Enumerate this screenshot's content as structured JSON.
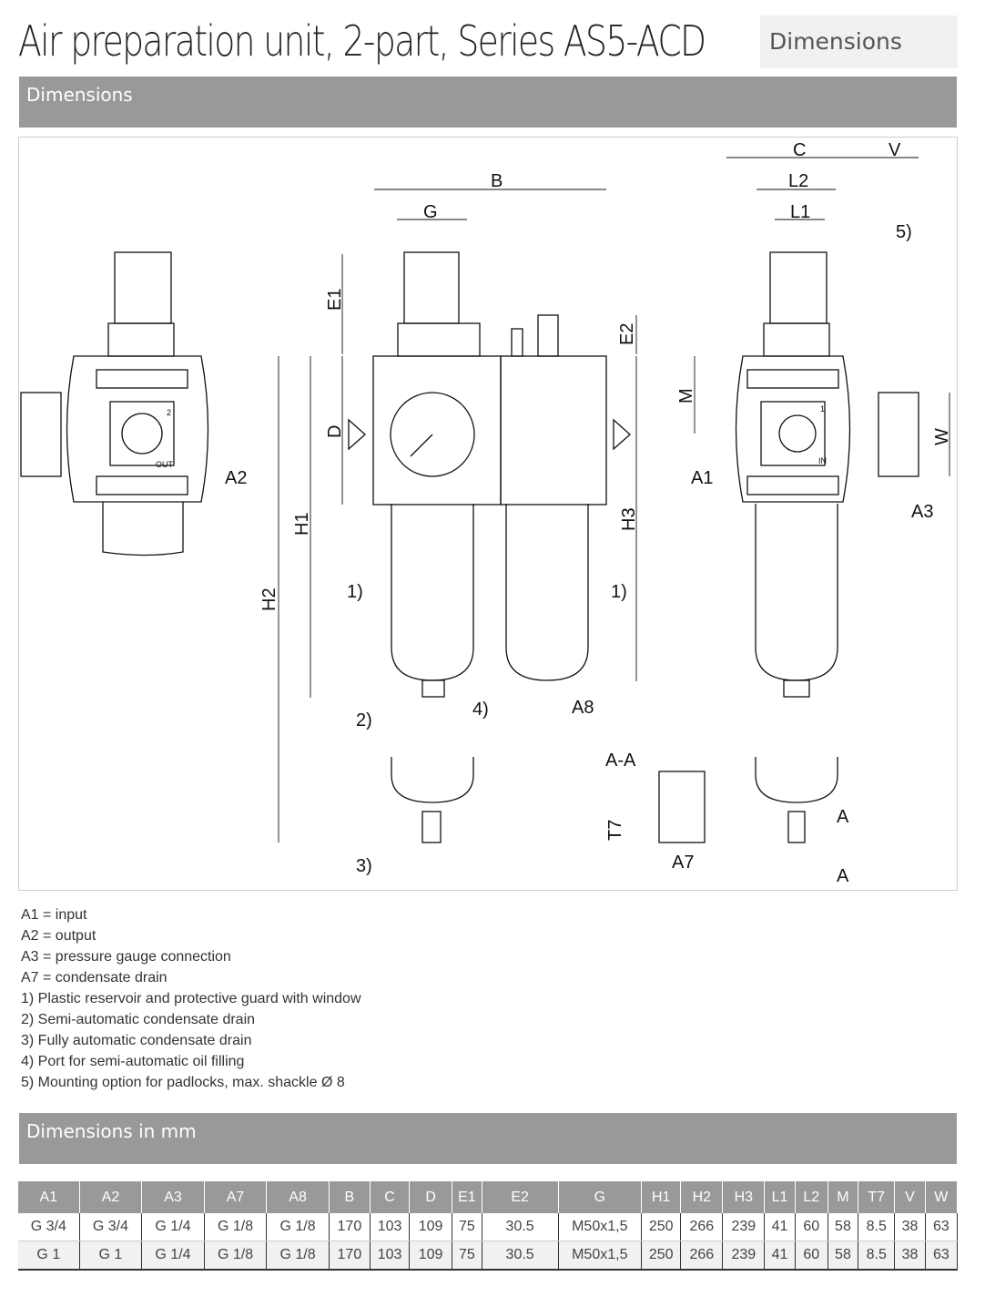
{
  "header": {
    "title": "Air preparation unit, 2-part, Series AS5-ACD",
    "tag": "Dimensions"
  },
  "section1": "Dimensions",
  "drawing": {
    "B": "B",
    "G": "G",
    "E1": "E1",
    "E2": "E2",
    "D": "D",
    "H1": "H1",
    "H2": "H2",
    "H3": "H3",
    "n1": "1)",
    "n2": "2)",
    "n3": "3)",
    "n4": "4)",
    "n5": "5)",
    "A8": "A8",
    "AA": "A-A",
    "T7": "T7",
    "A7": "A7",
    "A": "A",
    "C": "C",
    "V": "V",
    "L1": "L1",
    "L2": "L2",
    "M": "M",
    "W": "W",
    "A1": "A1",
    "A2": "A2",
    "A3": "A3",
    "out": "OUT",
    "in": "IN",
    "p1": "1",
    "p2": "2"
  },
  "legend": [
    "A1 = input",
    "A2 = output",
    "A3 = pressure gauge connection",
    "A7 = condensate drain",
    "1) Plastic reservoir and protective guard with window",
    "2) Semi-automatic condensate drain",
    "3) Fully automatic condensate drain",
    "4) Port for semi-automatic oil filling",
    "5) Mounting option for padlocks, max. shackle Ø 8"
  ],
  "section2": "Dimensions in mm",
  "table": {
    "headers": [
      "A1",
      "A2",
      "A3",
      "A7",
      "A8",
      "B",
      "C",
      "D",
      "E1",
      "E2",
      "G",
      "H1",
      "H2",
      "H3",
      "L1",
      "L2",
      "M",
      "T7",
      "V",
      "W"
    ],
    "rows": [
      [
        "G 3/4",
        "G 3/4",
        "G 1/4",
        "G 1/8",
        "G 1/8",
        "170",
        "103",
        "109",
        "75",
        "30.5",
        "M50x1,5",
        "250",
        "266",
        "239",
        "41",
        "60",
        "58",
        "8.5",
        "38",
        "63"
      ],
      [
        "G 1",
        "G 1",
        "G 1/4",
        "G 1/8",
        "G 1/8",
        "170",
        "103",
        "109",
        "75",
        "30.5",
        "M50x1,5",
        "250",
        "266",
        "239",
        "41",
        "60",
        "58",
        "8.5",
        "38",
        "63"
      ]
    ]
  }
}
